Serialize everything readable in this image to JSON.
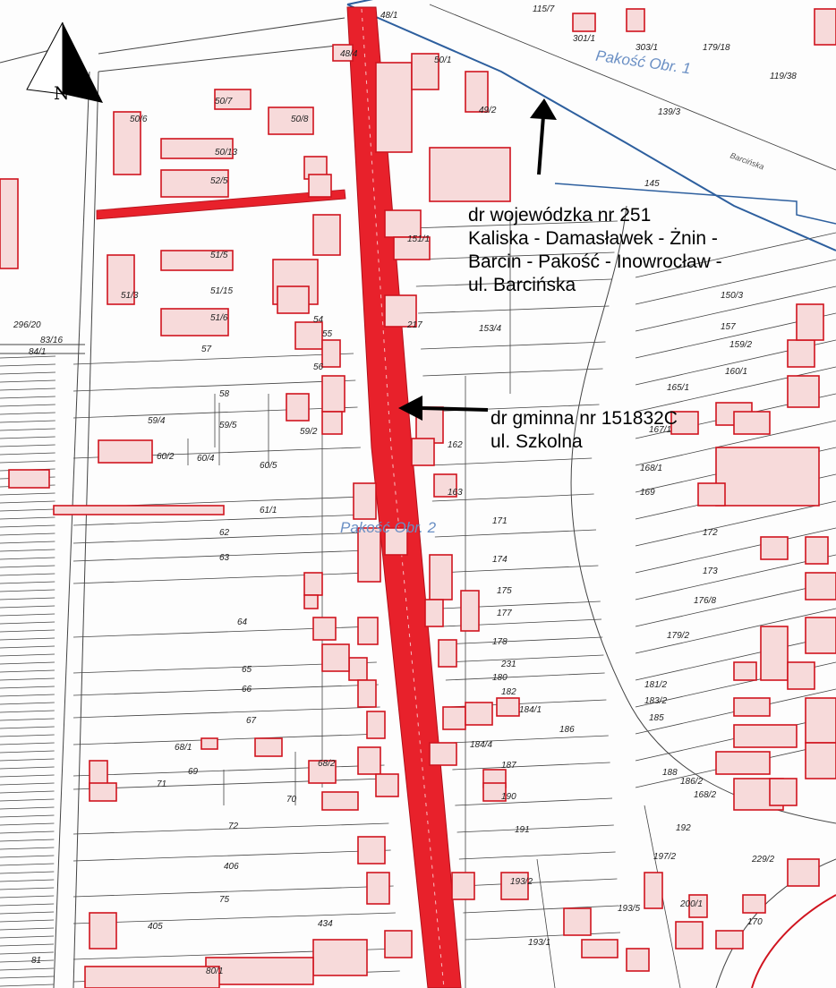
{
  "colors": {
    "road_fill": "#e8212b",
    "building_stroke": "#d0141f",
    "building_fill": "#f7dada",
    "boundary_line": "#2d5f9e",
    "parcel_line": "#444444",
    "area_label": "#6a8fc4"
  },
  "north_arrow": {
    "icon": "north-arrow-icon",
    "letter": "N"
  },
  "annotations": {
    "voivodeship_road": {
      "line1": "dr wojewódzka nr 251",
      "line2": "Kaliska - Damasławek - Żnin -",
      "line3": "Barcin - Pakość - Inowrocław -",
      "line4": "ul. Barcińska"
    },
    "municipal_road": {
      "line1": "dr gminna nr 151832C",
      "line2": "ul. Szkolna"
    }
  },
  "areas": {
    "obr1": "Pakość Obr. 1",
    "obr2": "Pakość Obr. 2"
  },
  "street_labels": {
    "barcinska": "Barcińska"
  },
  "parcels": [
    "48/1",
    "115/7",
    "301/1",
    "303/1",
    "179/18",
    "119/38",
    "48/4",
    "50/1",
    "49/2",
    "139/3",
    "145",
    "50/7",
    "50/8",
    "50/6",
    "50/13",
    "52/5",
    "51/5",
    "51/15",
    "51/3",
    "51/6",
    "54",
    "55",
    "56",
    "57",
    "58",
    "59/4",
    "59/5",
    "59/2",
    "60/2",
    "60/4",
    "60/5",
    "61/1",
    "62",
    "63",
    "64",
    "65",
    "66",
    "67",
    "68/1",
    "69",
    "68/2",
    "71",
    "70",
    "72",
    "406",
    "75",
    "405",
    "434",
    "80/1",
    "81",
    "151/1",
    "217",
    "153/4",
    "150/3",
    "157",
    "159/2",
    "160/1",
    "165/1",
    "167/1",
    "168/1",
    "169",
    "171",
    "174",
    "175",
    "177",
    "178",
    "231",
    "180",
    "182",
    "184/1",
    "184/4",
    "186",
    "187",
    "188",
    "190",
    "191",
    "192",
    "193/2",
    "193/1",
    "197/2",
    "193/5",
    "200/1",
    "229/2",
    "170",
    "172",
    "173",
    "176/8",
    "179/2",
    "181/2",
    "183/2",
    "185",
    "186/2",
    "168/2",
    "162",
    "163",
    "296/20",
    "84/1",
    "83/16"
  ]
}
